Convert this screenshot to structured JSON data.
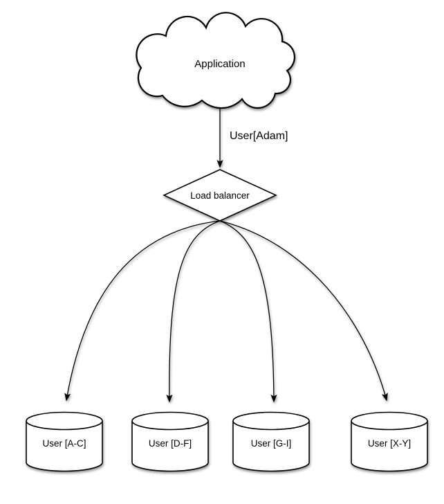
{
  "diagram": {
    "type": "sharding-architecture-flow",
    "background_color": "#ffffff",
    "line_color": "#000000",
    "shape_fill_color": "#ffffff",
    "nodes": [
      {
        "id": "application",
        "shape": "cloud",
        "label": "Application"
      },
      {
        "id": "load-balancer",
        "shape": "diamond",
        "label": "Load balancer"
      },
      {
        "id": "db-user-a-c",
        "shape": "cylinder",
        "label": "User [A-C]"
      },
      {
        "id": "db-user-d-f",
        "shape": "cylinder",
        "label": "User [D-F]"
      },
      {
        "id": "db-user-g-i",
        "shape": "cylinder",
        "label": "User [G-I]"
      },
      {
        "id": "db-user-x-y",
        "shape": "cylinder",
        "label": "User [X-Y]"
      }
    ],
    "edges": [
      {
        "from": "application",
        "to": "load-balancer",
        "label": "User[Adam]"
      },
      {
        "from": "load-balancer",
        "to": "db-user-a-c",
        "label": ""
      },
      {
        "from": "load-balancer",
        "to": "db-user-d-f",
        "label": ""
      },
      {
        "from": "load-balancer",
        "to": "db-user-g-i",
        "label": ""
      },
      {
        "from": "load-balancer",
        "to": "db-user-x-y",
        "label": ""
      }
    ]
  }
}
